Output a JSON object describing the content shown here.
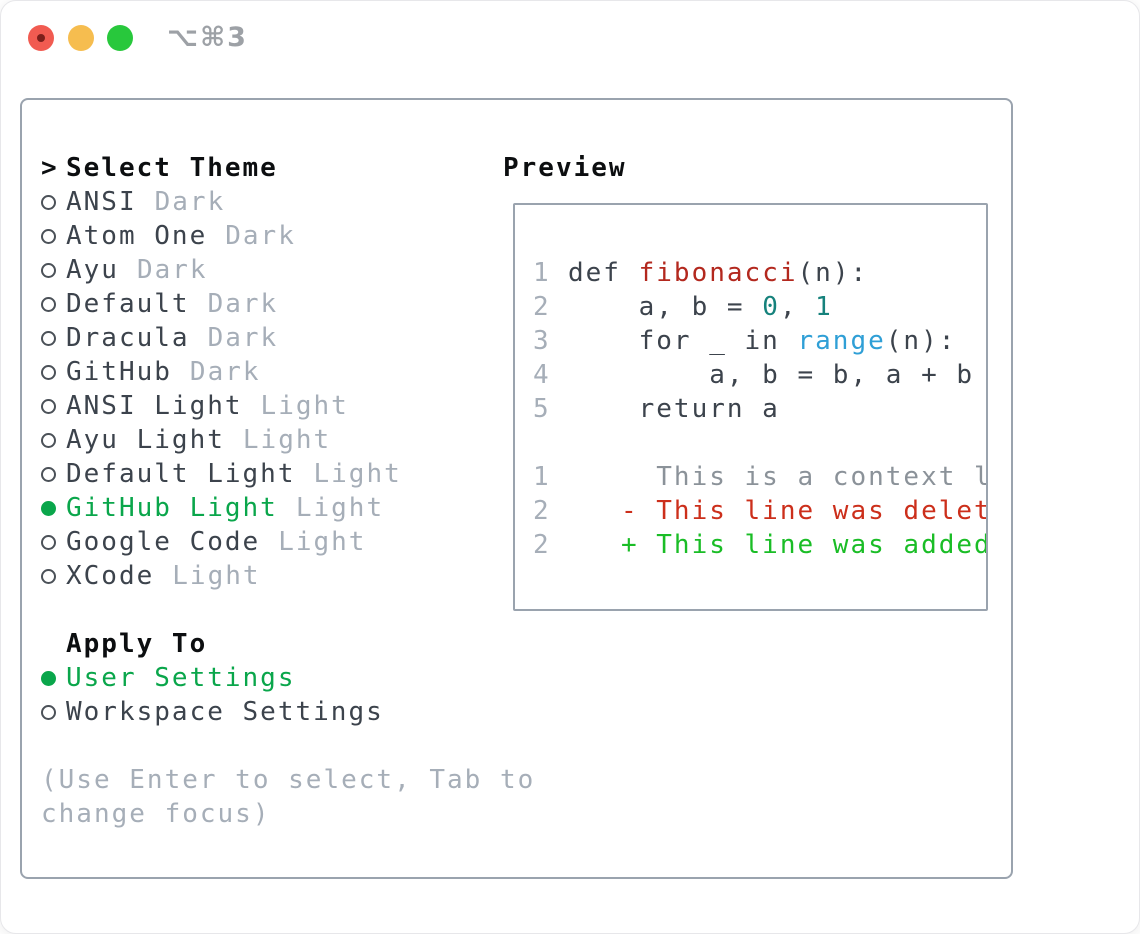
{
  "window": {
    "shortcut": "⌥⌘3"
  },
  "colors": {
    "traffic_red": "#f15b51",
    "traffic_red_dot": "#7c1f1b",
    "traffic_yellow": "#f6bd4f",
    "traffic_green": "#28c83c",
    "shortcut_gray": "#9da1a6",
    "border_gray": "#9aa3ae",
    "ink": "#0c0e10",
    "text_dark": "#3c434c",
    "muted_gray": "#a6aeb8",
    "selected_green": "#0aa64b",
    "context_gray": "#8b9299",
    "deleted_red": "#cc2f1b",
    "added_green": "#1abd26",
    "function_red": "#b3281e",
    "number_teal": "#16827c",
    "builtin_blue": "#2f9fd6"
  },
  "theme_picker": {
    "title_marker": ">",
    "title": "Select Theme",
    "items": [
      {
        "name": "ANSI",
        "variant": "Dark",
        "selected": false
      },
      {
        "name": "Atom One",
        "variant": "Dark",
        "selected": false
      },
      {
        "name": "Ayu",
        "variant": "Dark",
        "selected": false
      },
      {
        "name": "Default",
        "variant": "Dark",
        "selected": false
      },
      {
        "name": "Dracula",
        "variant": "Dark",
        "selected": false
      },
      {
        "name": "GitHub",
        "variant": "Dark",
        "selected": false
      },
      {
        "name": "ANSI Light",
        "variant": "Light",
        "selected": false
      },
      {
        "name": "Ayu Light",
        "variant": "Light",
        "selected": false
      },
      {
        "name": "Default Light",
        "variant": "Light",
        "selected": false
      },
      {
        "name": "GitHub Light",
        "variant": "Light",
        "selected": true
      },
      {
        "name": "Google Code",
        "variant": "Light",
        "selected": false
      },
      {
        "name": "XCode",
        "variant": "Light",
        "selected": false
      }
    ]
  },
  "apply_to": {
    "title": "Apply To",
    "options": [
      {
        "label": "User Settings",
        "selected": true
      },
      {
        "label": "Workspace Settings",
        "selected": false
      }
    ]
  },
  "hint": {
    "line1": "(Use Enter to select, Tab to",
    "line2": "change focus)"
  },
  "preview": {
    "title": "Preview",
    "code_lines": [
      {
        "number": "1",
        "segments": [
          {
            "text": "def ",
            "color": "code"
          },
          {
            "text": "fibonacci",
            "color": "function"
          },
          {
            "text": "(n):",
            "color": "code"
          }
        ]
      },
      {
        "number": "2",
        "segments": [
          {
            "text": "    a, b = ",
            "color": "code"
          },
          {
            "text": "0",
            "color": "number"
          },
          {
            "text": ", ",
            "color": "code"
          },
          {
            "text": "1",
            "color": "number"
          }
        ]
      },
      {
        "number": "3",
        "segments": [
          {
            "text": "    for _ in ",
            "color": "code"
          },
          {
            "text": "range",
            "color": "builtin"
          },
          {
            "text": "(n):",
            "color": "code"
          }
        ]
      },
      {
        "number": "4",
        "segments": [
          {
            "text": "        a, b = b, a + b",
            "color": "code"
          }
        ]
      },
      {
        "number": "5",
        "segments": [
          {
            "text": "    return a",
            "color": "code"
          }
        ]
      }
    ],
    "diff_lines": [
      {
        "number": "1",
        "type": "context",
        "body": "     This is a context line."
      },
      {
        "number": "2",
        "type": "deleted",
        "body": "   - This line was deleted."
      },
      {
        "number": "2",
        "type": "added",
        "body": "   + This line was added."
      }
    ]
  }
}
